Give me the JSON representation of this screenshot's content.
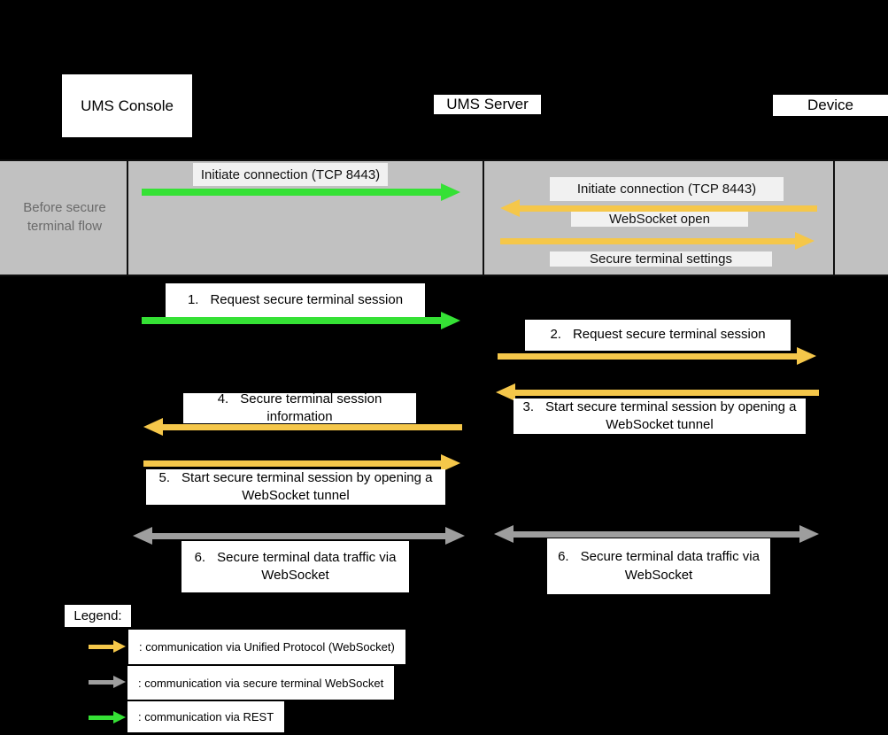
{
  "colors": {
    "rest_green": "#35E135",
    "unified_orange": "#F5C74A",
    "terminal_gray": "#9E9E9E",
    "band_bg": "#C1C1C1",
    "band_text": "#6A6A6A"
  },
  "actors": {
    "console": "UMS Console",
    "server": "UMS Server",
    "device": "Device"
  },
  "band": {
    "label": "Before secure terminal flow",
    "msg_initiate_console": "Initiate connection (TCP 8443)",
    "msg_initiate_device": "Initiate connection (TCP 8443)",
    "msg_websocket_open": "WebSocket open",
    "msg_secure_settings": "Secure terminal settings"
  },
  "steps": [
    {
      "num": "1.",
      "text": "Request secure terminal session"
    },
    {
      "num": "2.",
      "text": "Request secure terminal session"
    },
    {
      "num": "3.",
      "text": "Start secure terminal session by opening a WebSocket tunnel"
    },
    {
      "num": "4.",
      "text": "Secure terminal session information"
    },
    {
      "num": "5.",
      "text": "Start secure terminal session by opening a WebSocket tunnel"
    },
    {
      "num": "6.",
      "text": "Secure terminal data traffic via WebSocket"
    }
  ],
  "legend": {
    "title": "Legend:",
    "items": [
      {
        "text": ": communication via Unified Protocol (WebSocket)"
      },
      {
        "text": ": communication via secure terminal WebSocket"
      },
      {
        "text": ": communication via REST"
      }
    ]
  }
}
